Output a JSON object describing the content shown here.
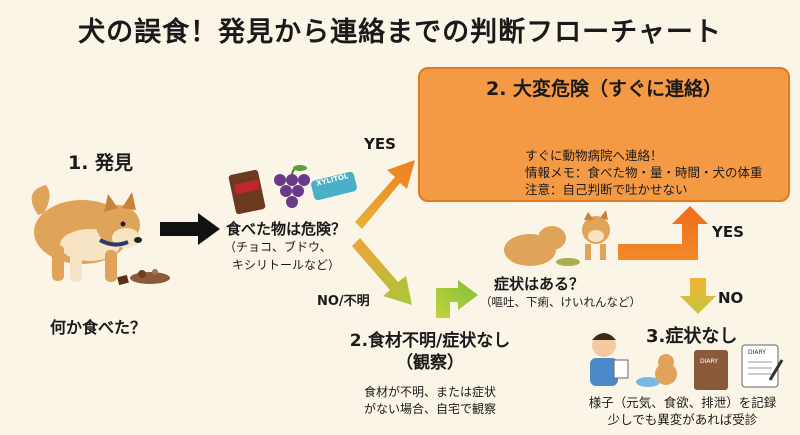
{
  "title": "犬の誤食！発見から連絡までの判断フローチャート",
  "step1": {
    "label": "1. 発見",
    "caption": "何か食べた？"
  },
  "question1": {
    "label": "食べた物は危険？",
    "sub1": "（チョコ、ブドウ、",
    "sub2": "キシリトールなど）"
  },
  "foods": {
    "xylitol_label": "XYLITOL"
  },
  "branch_yes_1": "YES",
  "branch_no_1": "NO/不明",
  "danger_box": {
    "heading": "2. 大変危険（すぐに連絡）",
    "line1": "すぐに動物病院へ連絡！",
    "line2": "情報メモ：食べた物・量・時間・犬の体重",
    "line3": "注意：自己判断で吐かせない"
  },
  "unknown": {
    "label_line1": "2.食材不明/症状なし",
    "label_line2": "（観察）",
    "desc1": "食材が不明、または症状",
    "desc2": "がない場合、自宅で観察"
  },
  "question2": {
    "label": "症状はある？",
    "sub": "（嘔吐、下痢、けいれんなど）"
  },
  "branch_yes_2": "YES",
  "branch_no_2": "NO",
  "no_symptoms": {
    "label": "3.症状なし",
    "desc1": "様子（元気、食欲、排泄）を記録",
    "desc2": "少しでも異変があれば受診",
    "diary_label": "DIARY"
  },
  "colors": {
    "background": "#fbf5e8",
    "danger_box": "#f49a45",
    "arrow_orange": "#f07d1e",
    "arrow_green": "#9cc83a"
  }
}
